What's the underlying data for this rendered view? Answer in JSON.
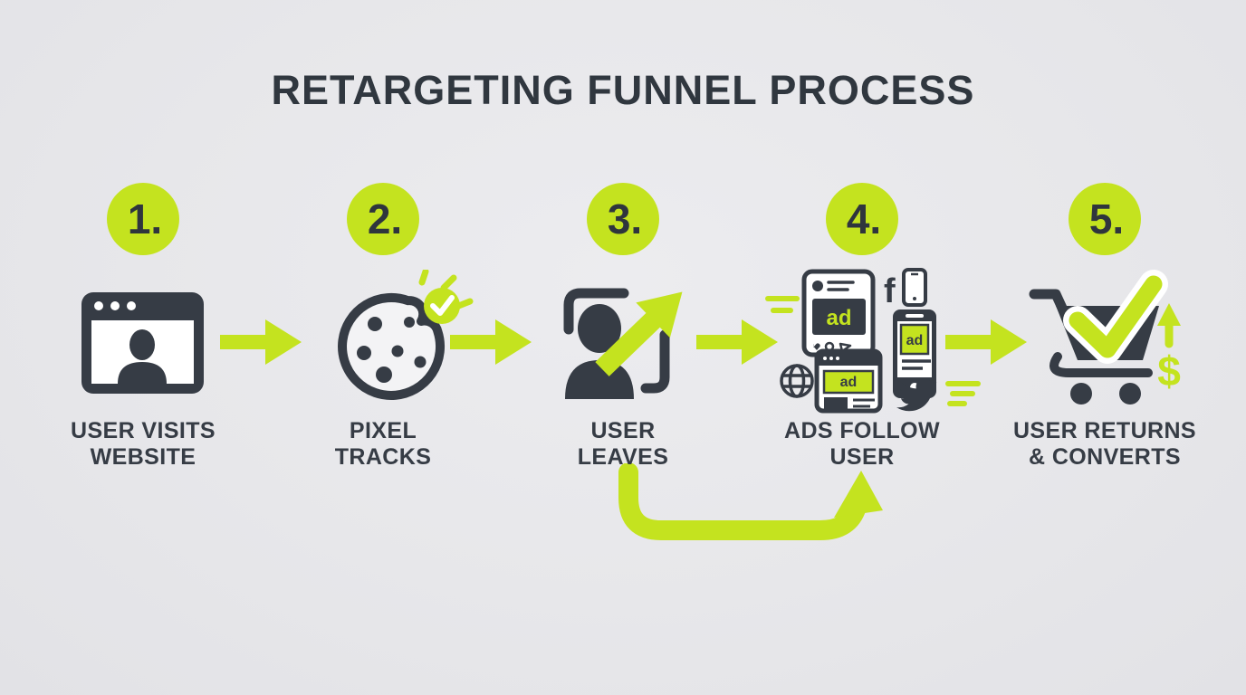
{
  "title": "RETARGETING FUNNEL PROCESS",
  "colors": {
    "accent_lime": "#c4e31f",
    "dark_charcoal": "#363c45",
    "background": "#e8e8ec"
  },
  "steps": [
    {
      "number": "1.",
      "label": [
        "USER VISITS",
        "WEBSITE"
      ],
      "icon": "browser-user-icon"
    },
    {
      "number": "2.",
      "label": [
        "PIXEL",
        "TRACKS"
      ],
      "icon": "cookie-pixel-icon"
    },
    {
      "number": "3.",
      "label": [
        "USER",
        "LEAVES"
      ],
      "icon": "user-exit-icon"
    },
    {
      "number": "4.",
      "label": [
        "ADS FOLLOW",
        "USER"
      ],
      "icon": "ads-devices-icon"
    },
    {
      "number": "5.",
      "label": [
        "USER RETURNS",
        "& CONVERTS"
      ],
      "icon": "cart-check-icon"
    }
  ],
  "glyphs": {
    "ad_text": "ad",
    "facebook_letter": "f",
    "dollar_sign": "$"
  }
}
